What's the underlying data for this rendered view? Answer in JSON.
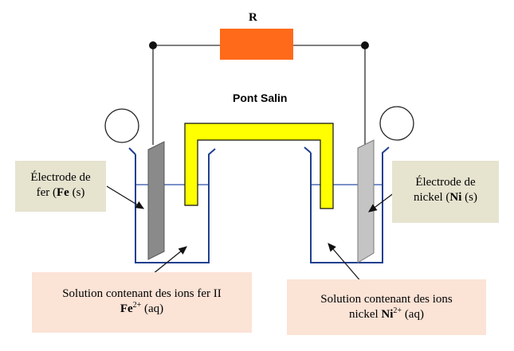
{
  "resistor": {
    "label": "R",
    "color": "#ff6a1a"
  },
  "salt_bridge": {
    "label": "Pont Salin",
    "color": "#ffff00"
  },
  "left_electrode": {
    "line1": "Électrode de",
    "line2_pre": "fer (",
    "line2_bold": "Fe",
    "line2_post": " (s)"
  },
  "right_electrode": {
    "line1": "Électrode de",
    "line2_pre": "nickel (",
    "line2_bold": "Ni",
    "line2_post": " (s)"
  },
  "left_solution": {
    "line1": "Solution contenant des ions fer II",
    "species": "Fe",
    "charge": "2+",
    "state": " (aq)"
  },
  "right_solution": {
    "line1": "Solution contenant des ions",
    "line2_pre": "nickel ",
    "species": "Ni",
    "charge": "2+",
    "state": " (aq)"
  },
  "colors": {
    "beaker": "#1f3f8f",
    "wire": "#555555",
    "electrode_fe": "#8a8a8a",
    "electrode_ni": "#c4c4c4",
    "label_box": "#e6e3cf",
    "solution_box": "#fbe3d6"
  }
}
